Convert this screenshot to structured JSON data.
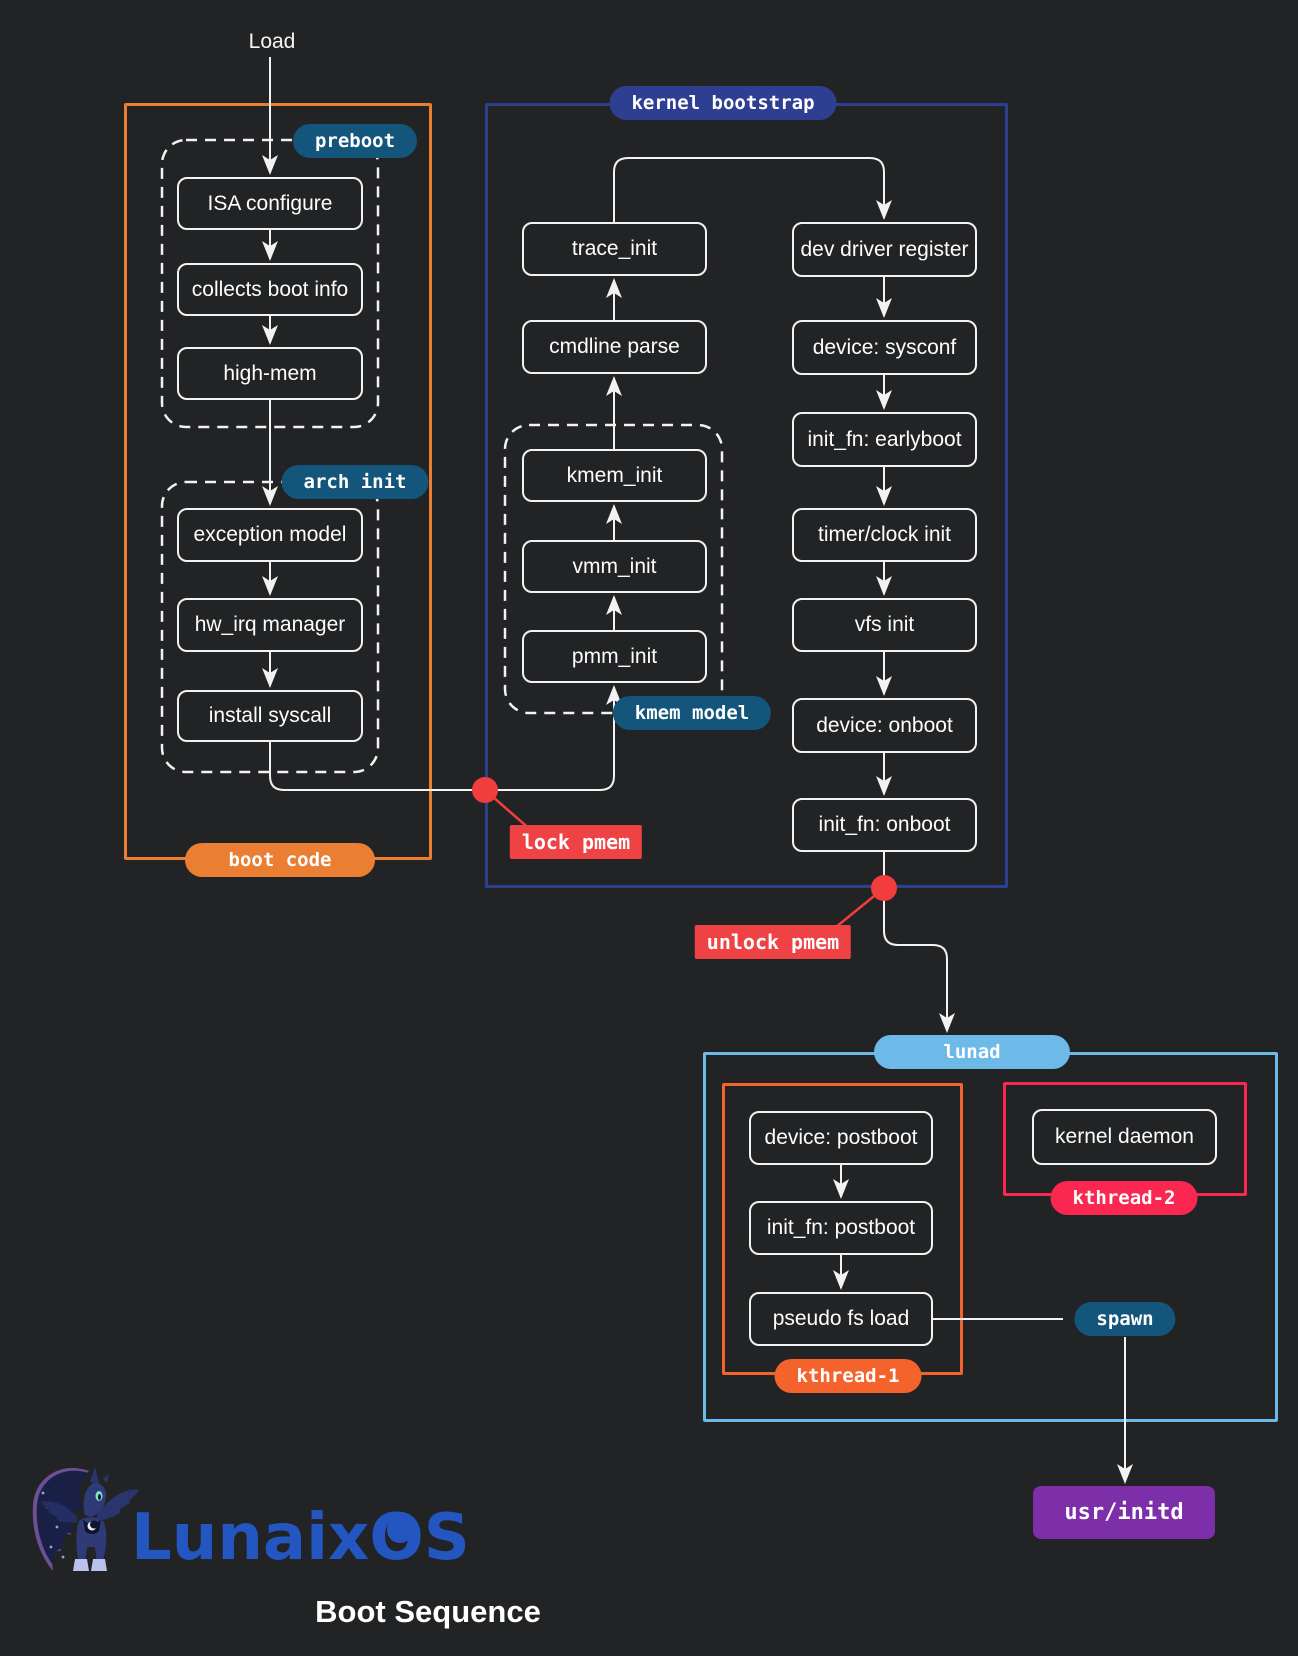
{
  "load_label": "Load",
  "boot_code": {
    "label": "boot code",
    "preboot": {
      "label": "preboot",
      "items": [
        "ISA configure",
        "collects boot info",
        "high-mem"
      ]
    },
    "arch_init": {
      "label": "arch init",
      "items": [
        "exception model",
        "hw_irq manager",
        "install syscall"
      ]
    }
  },
  "kernel_bootstrap": {
    "label": "kernel bootstrap",
    "trace_chain": [
      "trace_init",
      "cmdline parse"
    ],
    "kmem_model": {
      "label": "kmem model",
      "items": [
        "kmem_init",
        "vmm_init",
        "pmm_init"
      ]
    },
    "init_chain": [
      "dev driver register",
      "device: sysconf",
      "init_fn: earlyboot",
      "timer/clock init",
      "vfs init",
      "device: onboot",
      "init_fn: onboot"
    ]
  },
  "annotations": {
    "lock_pmem": "lock pmem",
    "unlock_pmem": "unlock pmem"
  },
  "lunad": {
    "label": "lunad",
    "spawn_label": "spawn",
    "kthread1": {
      "label": "kthread-1",
      "items": [
        "device: postboot",
        "init_fn: postboot",
        "pseudo fs load"
      ]
    },
    "kthread2": {
      "label": "kthread-2",
      "items": [
        "kernel daemon"
      ]
    }
  },
  "usr_initd_label": "usr/initd",
  "footer": {
    "logo_part1": "Lunaix",
    "logo_o": "O",
    "logo_part2": "S",
    "caption": "Boot Sequence"
  },
  "colors": {
    "bg": "#222324",
    "node-border": "#f2f2f2",
    "wire": "#f2f2f2",
    "teal": "#14557b",
    "indigo": "#2e3f92",
    "orange": "#ea7e32",
    "orange2": "#f4632b",
    "red": "#ee4245",
    "dot-red": "#f23d3d",
    "crimson": "#fa2750",
    "lightblue": "#6db9e8",
    "purple": "#7c2fa8",
    "logo-blue": "#2356c0"
  }
}
